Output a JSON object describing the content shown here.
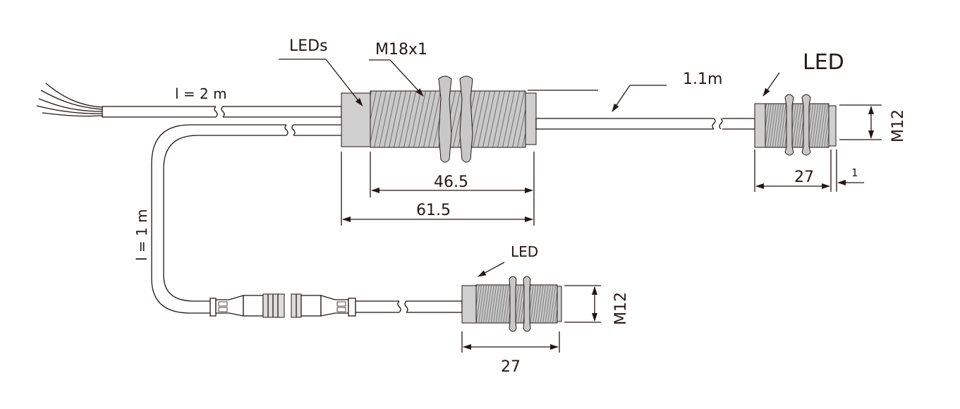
{
  "labels": {
    "leds": "LEDs",
    "thread_main": "M18x1",
    "cable_2m": "l = 2 m",
    "cable_1m": "l =   1 m",
    "cable_1_1m": "1.1m",
    "led_right": "LED",
    "led_bottom": "LED"
  },
  "dimensions": {
    "main_thread_length": "46.5",
    "main_total_length": "61.5",
    "right_length": "27",
    "right_cap": "1",
    "right_thread": "M12",
    "bottom_length": "27",
    "bottom_thread": "M12"
  }
}
